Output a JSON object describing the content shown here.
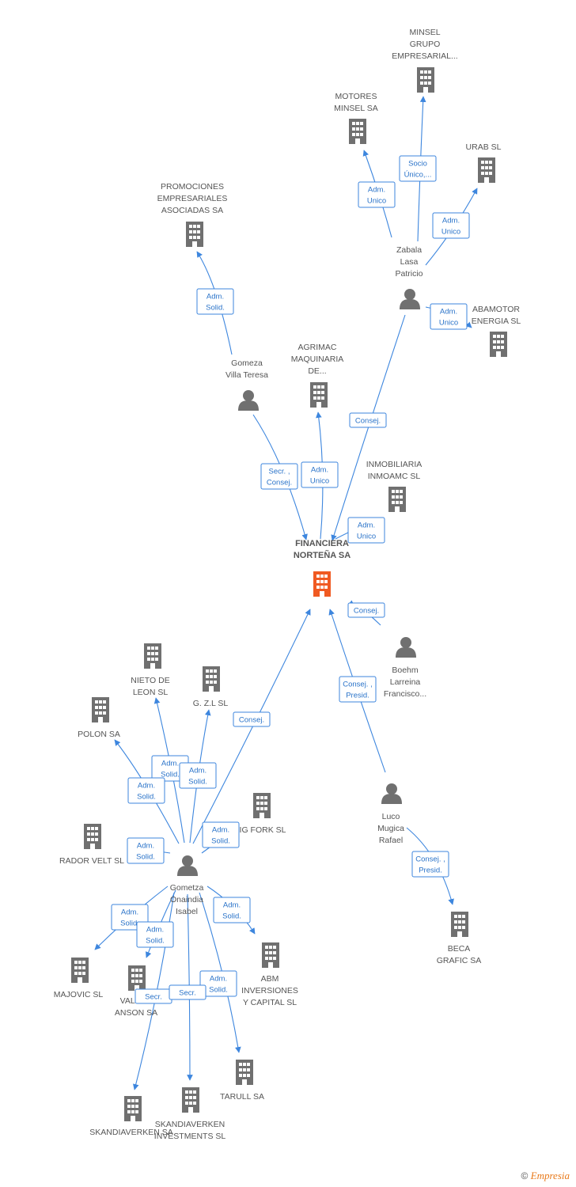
{
  "colors": {
    "node": "#707070",
    "main_node": "#f05a22",
    "edge": "#3d86de",
    "label": "#555555"
  },
  "main": {
    "lines": [
      "FINANCIERA",
      "NORTEÑA SA"
    ],
    "icon": "building-icon"
  },
  "nodes": [
    {
      "id": "minsel_grupo",
      "type": "company",
      "lines": [
        "MINSEL",
        "GRUPO",
        "EMPRESARIAL..."
      ]
    },
    {
      "id": "motores_minsel",
      "type": "company",
      "lines": [
        "MOTORES",
        "MINSEL SA"
      ]
    },
    {
      "id": "urab",
      "type": "company",
      "lines": [
        "URAB SL"
      ]
    },
    {
      "id": "zabala",
      "type": "person",
      "lines": [
        "Zabala",
        "Lasa",
        "Patricio"
      ]
    },
    {
      "id": "abamotor",
      "type": "company",
      "lines": [
        "ABAMOTOR",
        "ENERGIA SL"
      ]
    },
    {
      "id": "promociones",
      "type": "company",
      "lines": [
        "PROMOCIONES",
        "EMPRESARIALES",
        "ASOCIADAS SA"
      ]
    },
    {
      "id": "gomeza",
      "type": "person",
      "lines": [
        "Gomeza",
        "Villa Teresa"
      ]
    },
    {
      "id": "agrimac",
      "type": "company",
      "lines": [
        "AGRIMAC",
        "MAQUINARIA",
        "DE..."
      ]
    },
    {
      "id": "inmobiliaria",
      "type": "company",
      "lines": [
        "INMOBILIARIA",
        "INMOAMC SL"
      ]
    },
    {
      "id": "boehm",
      "type": "person",
      "lines": [
        "Boehm",
        "Larreina",
        "Francisco..."
      ]
    },
    {
      "id": "nieto",
      "type": "company",
      "lines": [
        "NIETO DE",
        "LEON SL"
      ]
    },
    {
      "id": "gzl",
      "type": "company",
      "lines": [
        "G. Z.L SL"
      ]
    },
    {
      "id": "polon",
      "type": "company",
      "lines": [
        "POLON SA"
      ]
    },
    {
      "id": "igfork",
      "type": "company",
      "lines": [
        "IG FORK SL"
      ]
    },
    {
      "id": "rador",
      "type": "company",
      "lines": [
        "RADOR VELT SL"
      ]
    },
    {
      "id": "gometza",
      "type": "person",
      "lines": [
        "Gometza",
        "Onaindia",
        "Isabel"
      ]
    },
    {
      "id": "luco",
      "type": "person",
      "lines": [
        "Luco",
        "Mugica",
        "Rafael"
      ]
    },
    {
      "id": "beca",
      "type": "company",
      "lines": [
        "BECA",
        "GRAFIC SA"
      ]
    },
    {
      "id": "majovic",
      "type": "company",
      "lines": [
        "MAJOVIC SL"
      ]
    },
    {
      "id": "valle",
      "type": "company",
      "lines": [
        "VALLE...",
        "ANSON SA"
      ]
    },
    {
      "id": "abm",
      "type": "company",
      "lines": [
        "ABM",
        "INVERSIONES",
        "Y CAPITAL  SL"
      ]
    },
    {
      "id": "tarull",
      "type": "company",
      "lines": [
        "TARULL SA"
      ]
    },
    {
      "id": "skandia",
      "type": "company",
      "lines": [
        "SKANDIAVERKEN SA"
      ]
    },
    {
      "id": "skandia_inv",
      "type": "company",
      "lines": [
        "SKANDIAVERKEN",
        "INVESTMENTS SL"
      ]
    }
  ],
  "relations": [
    {
      "id": "r1",
      "lines": [
        "Socio",
        "Único,..."
      ]
    },
    {
      "id": "r2",
      "lines": [
        "Adm.",
        "Unico"
      ]
    },
    {
      "id": "r3",
      "lines": [
        "Adm.",
        "Unico"
      ]
    },
    {
      "id": "r4",
      "lines": [
        "Adm.",
        "Unico"
      ]
    },
    {
      "id": "r5",
      "lines": [
        "Adm.",
        "Solid."
      ]
    },
    {
      "id": "r6",
      "lines": [
        "Consej."
      ]
    },
    {
      "id": "r7",
      "lines": [
        "Secr. ,",
        "Consej."
      ]
    },
    {
      "id": "r8",
      "lines": [
        "Adm.",
        "Unico"
      ]
    },
    {
      "id": "r9",
      "lines": [
        "Adm.",
        "Unico"
      ]
    },
    {
      "id": "r10",
      "lines": [
        "Consej."
      ]
    },
    {
      "id": "r11",
      "lines": [
        "Consej. ,",
        "Presid."
      ]
    },
    {
      "id": "r12",
      "lines": [
        "Consej."
      ]
    },
    {
      "id": "r13",
      "lines": [
        "Adm.",
        "Solid."
      ]
    },
    {
      "id": "r14",
      "lines": [
        "Adm.",
        "Solid."
      ]
    },
    {
      "id": "r15",
      "lines": [
        "Adm.",
        "Solid."
      ]
    },
    {
      "id": "r16",
      "lines": [
        "Adm.",
        "Solid."
      ]
    },
    {
      "id": "r17",
      "lines": [
        "Adm.",
        "Solid."
      ]
    },
    {
      "id": "r18",
      "lines": [
        "Consej. ,",
        "Presid."
      ]
    },
    {
      "id": "r19",
      "lines": [
        "Adm.",
        "Solid."
      ]
    },
    {
      "id": "r20",
      "lines": [
        "Adm.",
        "Solid."
      ]
    },
    {
      "id": "r21",
      "lines": [
        "Adm.",
        "Solid."
      ]
    },
    {
      "id": "r22",
      "lines": [
        "Adm.",
        "Solid."
      ]
    },
    {
      "id": "r23",
      "lines": [
        "Secr."
      ]
    },
    {
      "id": "r24",
      "lines": [
        "Secr."
      ]
    }
  ],
  "footer": {
    "copyright": "©",
    "brand": "Empresia"
  }
}
